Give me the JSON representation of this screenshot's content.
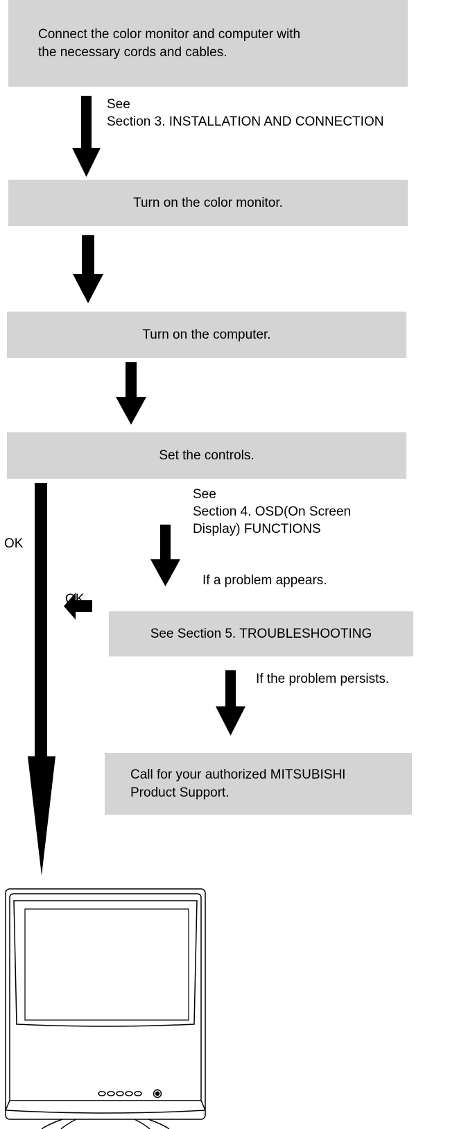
{
  "steps": {
    "connect": {
      "line1": "Connect the color monitor and computer with",
      "line2": "the necessary cords and cables."
    },
    "turn_on_monitor": "Turn on the color monitor.",
    "turn_on_computer": "Turn on the computer.",
    "set_controls": "Set the controls.",
    "troubleshooting": "See Section 5. TROUBLESHOOTING",
    "call_support": {
      "line1": "Call for your authorized MITSUBISHI",
      "line2": "Product Support."
    }
  },
  "notes": {
    "see_section3": {
      "line1": "See",
      "line2": "Section 3. INSTALLATION AND CONNECTION"
    },
    "see_section4": {
      "line1": "See",
      "line2": "Section 4. OSD(On Screen",
      "line3": "Display) FUNCTIONS"
    },
    "ok_main": "OK",
    "ok_branch": "OK",
    "problem_appears": "If a problem appears.",
    "problem_persists": "If the problem persists."
  },
  "colors": {
    "box_fill": "#d4d4d4",
    "arrow": "#000000"
  },
  "icons": {
    "final": "crt-monitor-icon"
  }
}
